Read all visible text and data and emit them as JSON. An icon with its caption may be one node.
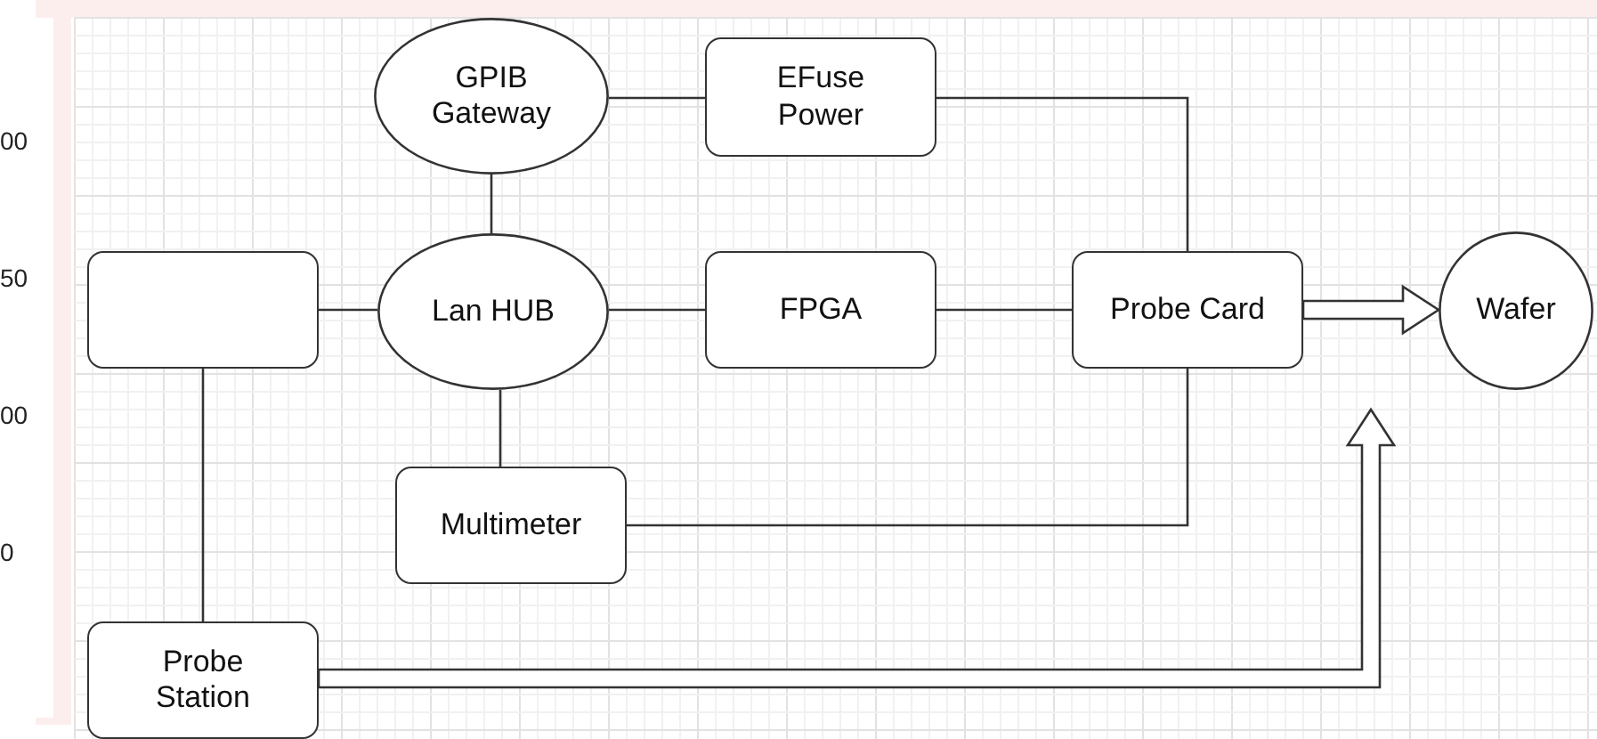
{
  "diagram": {
    "nodes": [
      {
        "text": [
          "GPIB Gateway"
        ]
      },
      {
        "text": [
          "EFuse Power"
        ]
      },
      {
        "text": [],
        "shape": "box"
      },
      {
        "text": [
          "Lan HUB"
        ]
      },
      {
        "text": [
          "FPGA"
        ]
      },
      {
        "text": [
          "Probe Card"
        ]
      },
      {
        "text": [
          "Wafer"
        ]
      },
      {
        "text": [
          "Multimeter"
        ]
      },
      {
        "text": [
          "Probe Station"
        ]
      }
    ],
    "edges": [
      {
        "from": 0,
        "to": 1,
        "arrow": "none"
      },
      {
        "from": 0,
        "to": 3,
        "arrow": "none"
      },
      {
        "from": 2,
        "to": 3,
        "arrow": "none"
      },
      {
        "from": 3,
        "to": 4,
        "arrow": "none"
      },
      {
        "from": 4,
        "to": 5,
        "arrow": "none"
      },
      {
        "from": 1,
        "to": 5,
        "arrow": "none"
      },
      {
        "from": 3,
        "to": 7,
        "arrow": "none"
      },
      {
        "from": 7,
        "to": 5,
        "arrow": "none"
      },
      {
        "from": 2,
        "to": 8,
        "arrow": "none"
      },
      {
        "from": 5,
        "to": 6,
        "arrow": "to",
        "style": "thick"
      },
      {
        "from": 8,
        "to": null,
        "arrow": "to",
        "style": "thick"
      }
    ],
    "labels": [
      "00",
      "50",
      "00",
      "0"
    ]
  }
}
